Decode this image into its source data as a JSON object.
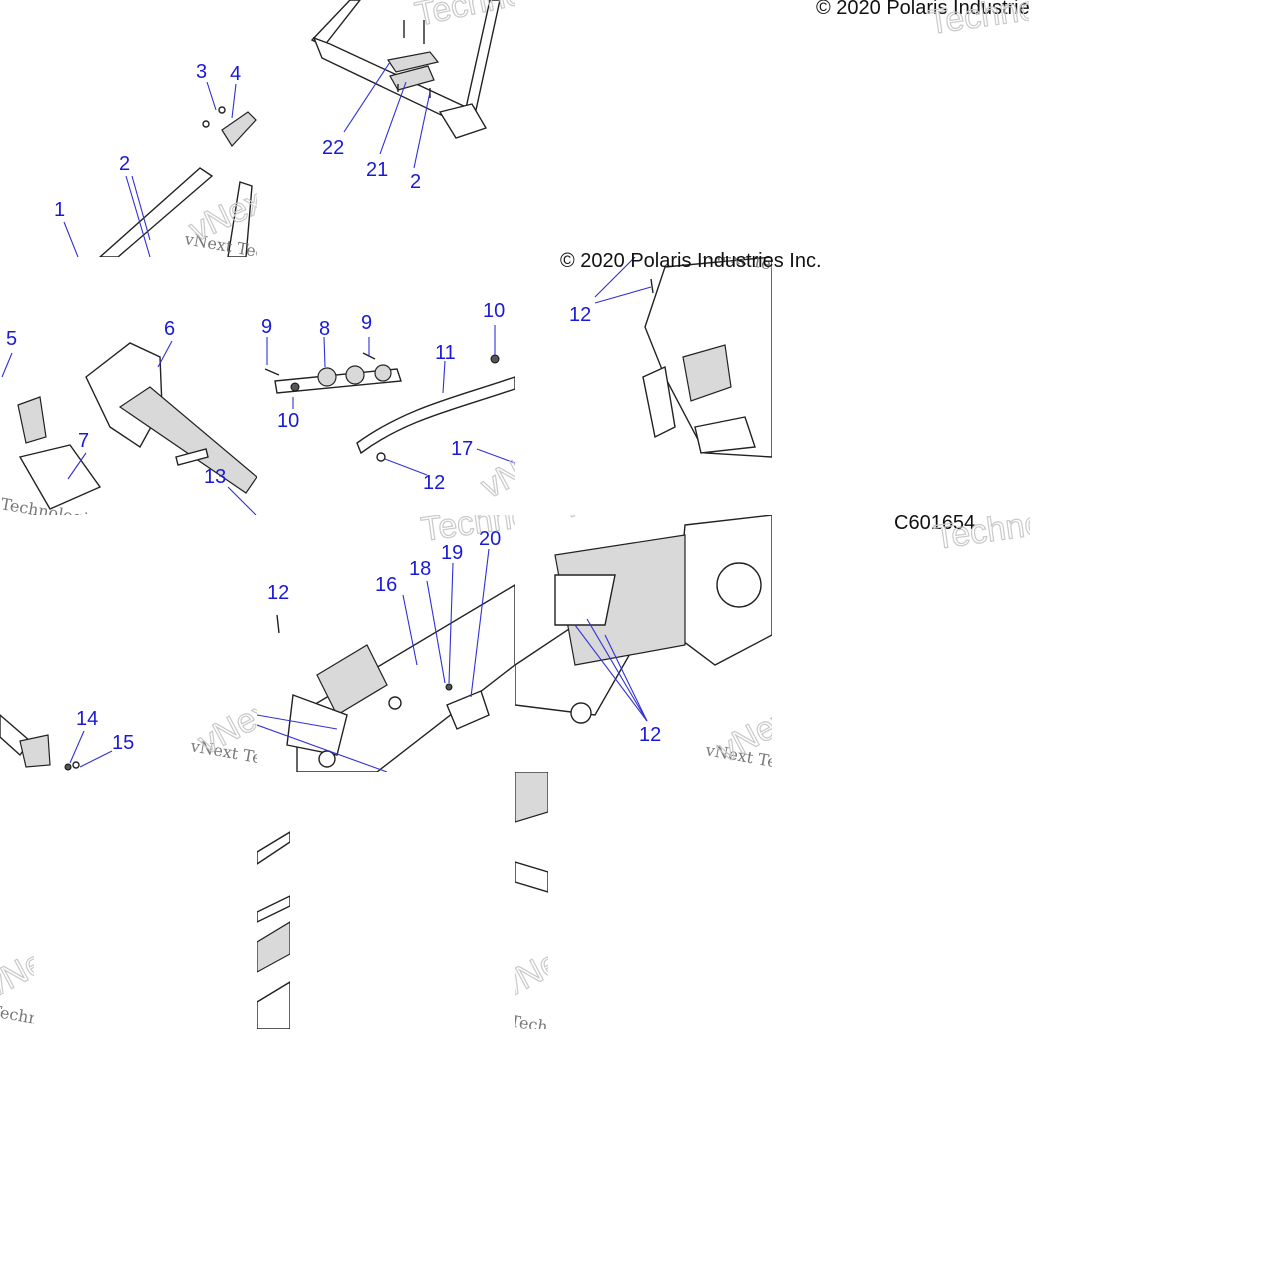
{
  "copyright": "© 2020 Polaris Industries Inc.",
  "figure_code": "C601654",
  "watermark": {
    "brand": "vNext",
    "sub": "Technologies",
    "small": "vNext Technologies"
  },
  "callouts": {
    "c1": "1",
    "c2": "2",
    "c3": "3",
    "c4": "4",
    "c5": "5",
    "c6": "6",
    "c7": "7",
    "c8": "8",
    "c9": "9",
    "c10": "10",
    "c11": "11",
    "c12": "12",
    "c13": "13",
    "c14": "14",
    "c15": "15",
    "c16": "16",
    "c17": "17",
    "c18": "18",
    "c19": "19",
    "c20": "20",
    "c21": "21",
    "c22": "22"
  }
}
